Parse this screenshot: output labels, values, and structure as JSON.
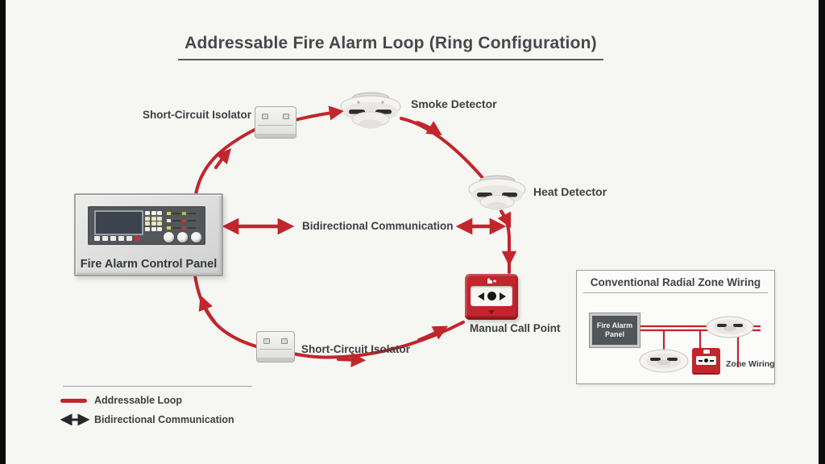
{
  "title": "Addressable Fire Alarm Loop (Ring Configuration)",
  "colors": {
    "loop_red": "#c1262c",
    "text_dark": "#3f4347",
    "legend_arrow_black": "#26292c",
    "call_point_red": "#c2252b",
    "panel_gray": "#d4d5d4"
  },
  "loop": {
    "control_panel_label": "Fire Alarm Control Panel",
    "isolator_top_label": "Short-Circuit Isolator",
    "smoke_detector_label": "Smoke Detector",
    "heat_detector_label": "Heat Detector",
    "manual_call_point_label": "Manual Call Point",
    "isolator_bottom_label": "Short-Circuit Isolator",
    "bidirectional_label": "Bidirectional Communication"
  },
  "legend": {
    "addressable_loop_label": "Addressable Loop",
    "bidirectional_label": "Bidirectional Communication"
  },
  "inset": {
    "title": "Conventional Radial Zone Wiring",
    "panel_label": "Fire Alarm Panel",
    "zone_wiring_label": "Zone Wiring"
  }
}
